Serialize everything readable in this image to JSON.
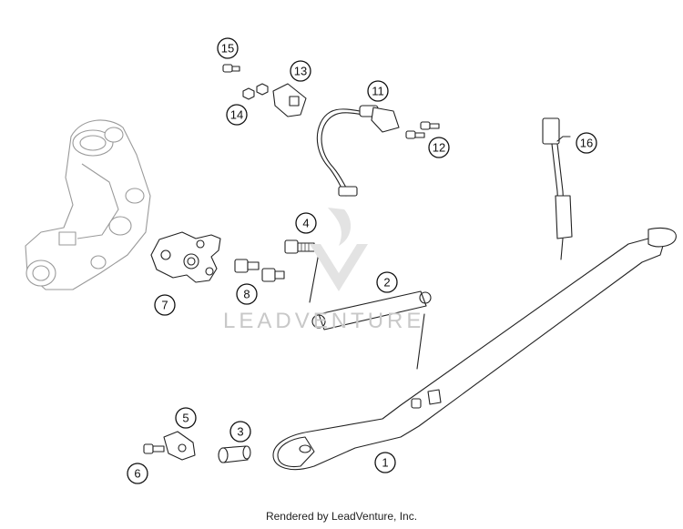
{
  "diagram": {
    "callouts": [
      "1",
      "2",
      "3",
      "4",
      "5",
      "6",
      "7",
      "8",
      "11",
      "12",
      "13",
      "14",
      "15",
      "16"
    ],
    "watermark_logo": "LeadVenture",
    "watermark_text": "LEADVENTURE"
  },
  "footer": {
    "text": "Rendered by LeadVenture, Inc."
  }
}
